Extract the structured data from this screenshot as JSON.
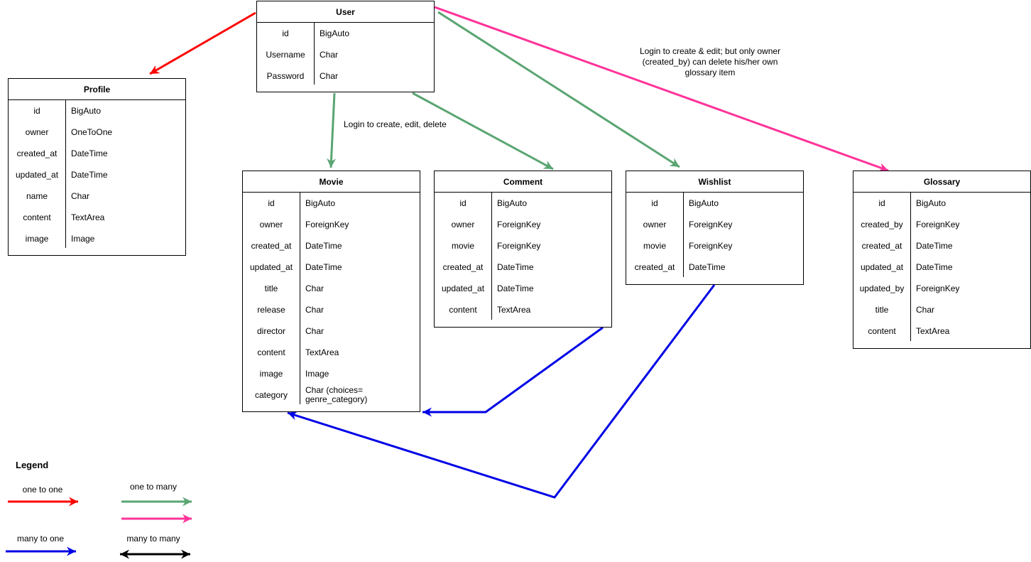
{
  "entities": {
    "user": {
      "title": "User",
      "fields": [
        {
          "name": "id",
          "type": "BigAuto"
        },
        {
          "name": "Username",
          "type": "Char"
        },
        {
          "name": "Password",
          "type": "Char"
        }
      ]
    },
    "profile": {
      "title": "Profile",
      "fields": [
        {
          "name": "id",
          "type": "BigAuto"
        },
        {
          "name": "owner",
          "type": "OneToOne"
        },
        {
          "name": "created_at",
          "type": "DateTime"
        },
        {
          "name": "updated_at",
          "type": "DateTime"
        },
        {
          "name": "name",
          "type": "Char"
        },
        {
          "name": "content",
          "type": "TextArea"
        },
        {
          "name": "image",
          "type": "Image"
        }
      ]
    },
    "movie": {
      "title": "Movie",
      "fields": [
        {
          "name": "id",
          "type": "BigAuto"
        },
        {
          "name": "owner",
          "type": "ForeignKey"
        },
        {
          "name": "created_at",
          "type": "DateTime"
        },
        {
          "name": "updated_at",
          "type": "DateTime"
        },
        {
          "name": "title",
          "type": "Char"
        },
        {
          "name": "release",
          "type": "Char"
        },
        {
          "name": "director",
          "type": "Char"
        },
        {
          "name": "content",
          "type": "TextArea"
        },
        {
          "name": "image",
          "type": "Image"
        },
        {
          "name": "category",
          "type": "Char (choices=\ngenre_category)"
        }
      ]
    },
    "comment": {
      "title": "Comment",
      "fields": [
        {
          "name": "id",
          "type": "BigAuto"
        },
        {
          "name": "owner",
          "type": "ForeignKey"
        },
        {
          "name": "movie",
          "type": "ForeignKey"
        },
        {
          "name": "created_at",
          "type": "DateTime"
        },
        {
          "name": "updated_at",
          "type": "DateTime"
        },
        {
          "name": "content",
          "type": "TextArea"
        }
      ]
    },
    "wishlist": {
      "title": "Wishlist",
      "fields": [
        {
          "name": "id",
          "type": "BigAuto"
        },
        {
          "name": "owner",
          "type": "ForeignKey"
        },
        {
          "name": "movie",
          "type": "ForeignKey"
        },
        {
          "name": "created_at",
          "type": "DateTime"
        }
      ]
    },
    "glossary": {
      "title": "Glossary",
      "fields": [
        {
          "name": "id",
          "type": "BigAuto"
        },
        {
          "name": "created_by",
          "type": "ForeignKey"
        },
        {
          "name": "created_at",
          "type": "DateTime"
        },
        {
          "name": "updated_at",
          "type": "DateTime"
        },
        {
          "name": "updated_by",
          "type": "ForeignKey"
        },
        {
          "name": "title",
          "type": "Char"
        },
        {
          "name": "content",
          "type": "TextArea"
        }
      ]
    }
  },
  "notes": {
    "movie_note": "Login to create, edit, delete",
    "glossary_note": "Login to create & edit; but only owner\n(created_by) can delete his/her own\nglossary item"
  },
  "legend": {
    "title": "Legend",
    "one_to_one": "one to one",
    "one_to_many": "one to many",
    "many_to_one": "many to one",
    "many_to_many": "many to many"
  },
  "colors": {
    "one_to_one": "#ff0000",
    "one_to_many": "#5aa572",
    "one_to_many_alt": "#ff3399",
    "many_to_one": "#0000e6",
    "many_to_many": "#000000"
  }
}
